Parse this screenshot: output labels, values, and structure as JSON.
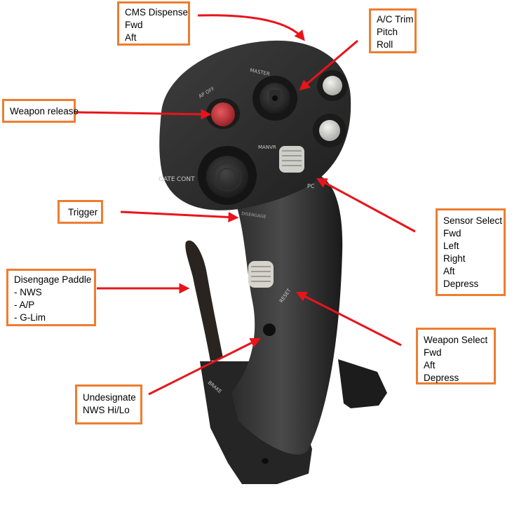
{
  "accent_color": "#ed7d31",
  "arrow_color": "#e8141b",
  "callouts": {
    "cms": [
      "CMS Dispense",
      "Fwd",
      "Aft"
    ],
    "trim": [
      "A/C Trim",
      "Pitch",
      "Roll"
    ],
    "weapon_release": [
      "Weapon release"
    ],
    "trigger": [
      "Trigger"
    ],
    "sensor": [
      "Sensor Select",
      "Fwd",
      "Left",
      "Right",
      "Aft",
      "Depress"
    ],
    "paddle": [
      "Disengage Paddle",
      "- NWS",
      "- A/P",
      "- G-Lim"
    ],
    "weapon_select": [
      "Weapon Select",
      "Fwd",
      "Aft",
      "Depress"
    ],
    "undesignate": [
      "Undesignate",
      "NWS Hi/Lo"
    ]
  },
  "stick_labels": {
    "master": "MASTER",
    "ap_off": "AP OFF",
    "gate": "GATE",
    "cont": "CONT",
    "manvr": "MANVR",
    "pc": "PC",
    "disengage": "DISENGAGE",
    "reset": "RESET",
    "brake": "BRAKE"
  }
}
